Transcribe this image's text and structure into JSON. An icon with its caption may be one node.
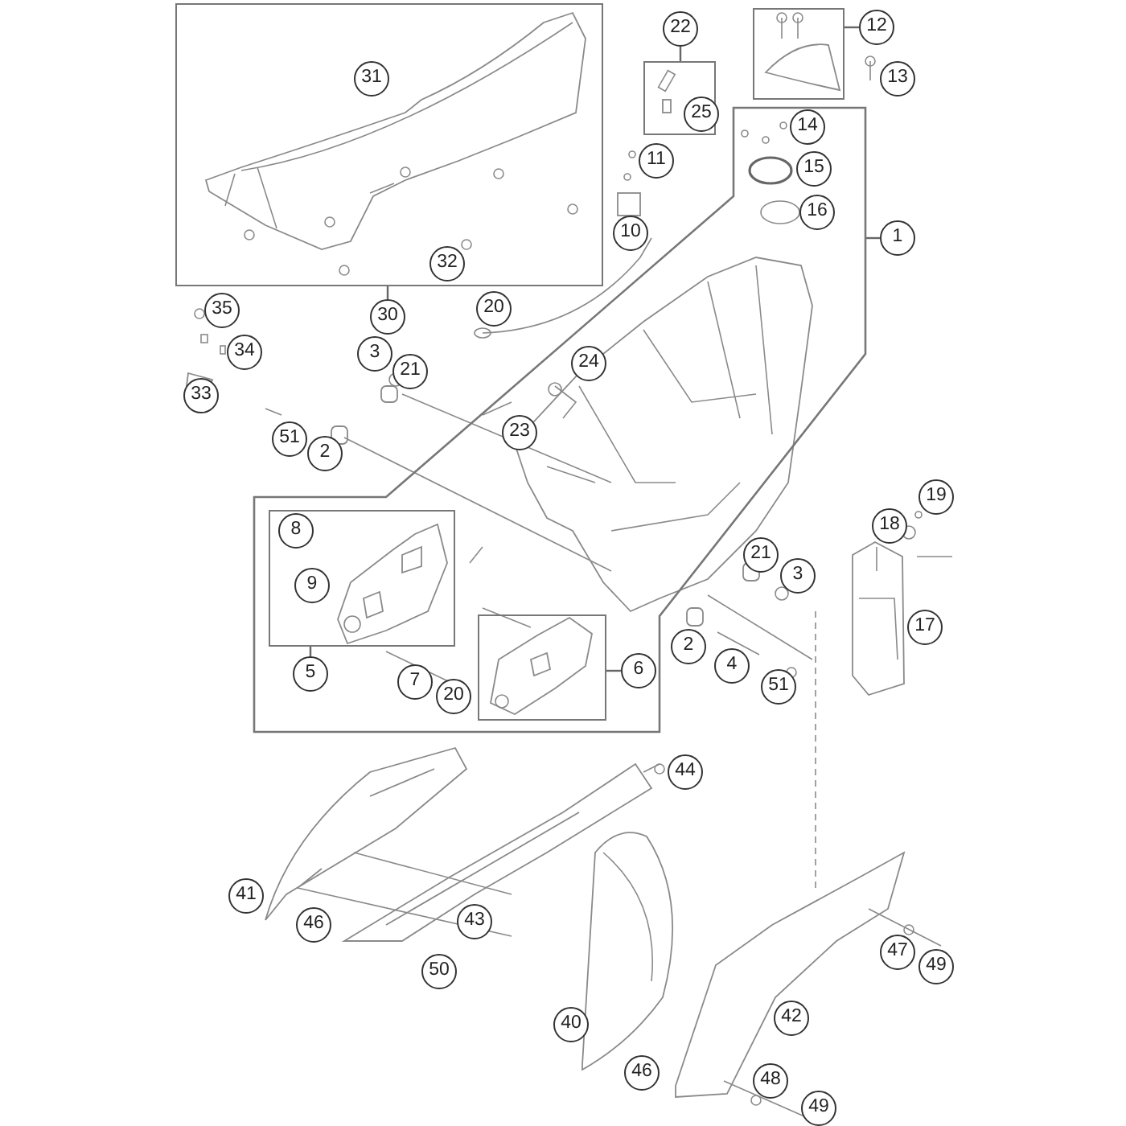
{
  "diagram": {
    "nodes": [
      {
        "text": [],
        "shape": "box"
      },
      {
        "text": [
          "31"
        ],
        "in": 0
      },
      {
        "text": [
          "32"
        ],
        "in": 0
      },
      {
        "text": [
          "30"
        ]
      },
      {
        "text": [],
        "shape": "box"
      },
      {
        "text": [
          "22"
        ]
      },
      {
        "text": [
          "25"
        ],
        "in": 4
      },
      {
        "text": [],
        "shape": "box"
      },
      {
        "text": [
          "12"
        ]
      },
      {
        "text": [
          "13"
        ]
      },
      {
        "text": [
          "11"
        ]
      },
      {
        "text": [
          "10"
        ]
      },
      {
        "text": [],
        "shape": "box"
      },
      {
        "text": [
          "14"
        ],
        "in": 12
      },
      {
        "text": [
          "15"
        ],
        "in": 12
      },
      {
        "text": [
          "16"
        ],
        "in": 12
      },
      {
        "text": [
          "1"
        ]
      },
      {
        "text": [
          "35"
        ]
      },
      {
        "text": [
          "20"
        ]
      },
      {
        "text": [
          "34"
        ]
      },
      {
        "text": [
          "3"
        ]
      },
      {
        "text": [
          "21"
        ]
      },
      {
        "text": [
          "24"
        ],
        "in": 12
      },
      {
        "text": [
          "33"
        ]
      },
      {
        "text": [
          "23"
        ],
        "in": 12
      },
      {
        "text": [
          "51"
        ]
      },
      {
        "text": [
          "2"
        ]
      },
      {
        "text": [
          "19"
        ]
      },
      {
        "text": [],
        "shape": "box",
        "in": 12
      },
      {
        "text": [
          "8"
        ],
        "in": 28
      },
      {
        "text": [
          "9"
        ],
        "in": 28
      },
      {
        "text": [
          "18"
        ]
      },
      {
        "text": [
          "21"
        ]
      },
      {
        "text": [
          "3"
        ]
      },
      {
        "text": [],
        "shape": "box",
        "in": 12
      },
      {
        "text": [
          "17"
        ]
      },
      {
        "text": [
          "2"
        ]
      },
      {
        "text": [
          "4"
        ]
      },
      {
        "text": [
          "5"
        ],
        "in": 12
      },
      {
        "text": [
          "6"
        ],
        "in": 12
      },
      {
        "text": [
          "7"
        ],
        "in": 12
      },
      {
        "text": [
          "20"
        ],
        "in": 12
      },
      {
        "text": [
          "51"
        ]
      },
      {
        "text": [
          "44"
        ]
      },
      {
        "text": [
          "41"
        ]
      },
      {
        "text": [
          "43"
        ]
      },
      {
        "text": [
          "46"
        ]
      },
      {
        "text": [
          "47"
        ]
      },
      {
        "text": [
          "49"
        ]
      },
      {
        "text": [
          "50"
        ]
      },
      {
        "text": [
          "42"
        ]
      },
      {
        "text": [
          "40"
        ]
      },
      {
        "text": [
          "46"
        ]
      },
      {
        "text": [
          "48"
        ]
      },
      {
        "text": [
          "49"
        ]
      }
    ],
    "edges": [
      {
        "from": 3,
        "to": 0,
        "arrow": "none"
      },
      {
        "from": 5,
        "to": 4,
        "arrow": "none"
      },
      {
        "from": 8,
        "to": 7,
        "arrow": "none"
      },
      {
        "from": 16,
        "to": 12,
        "arrow": "none"
      },
      {
        "from": 38,
        "to": 28,
        "arrow": "none"
      },
      {
        "from": 39,
        "to": 34,
        "arrow": "none"
      }
    ]
  }
}
